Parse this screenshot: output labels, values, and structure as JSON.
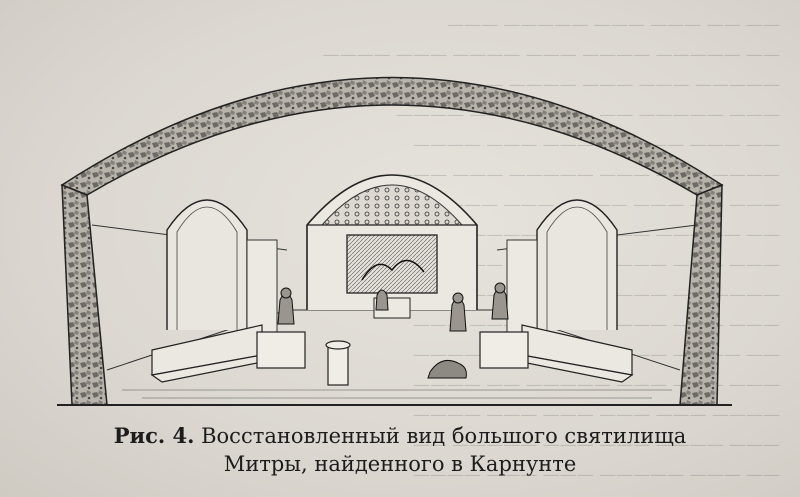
{
  "figure": {
    "label": "Рис. 4.",
    "caption_line1": "Восстановленный вид большого святилища",
    "caption_line2": "Митры, найденного в Карнунте"
  },
  "colors": {
    "ink": "#1c1c1c",
    "paper": "#dcd8d1"
  }
}
